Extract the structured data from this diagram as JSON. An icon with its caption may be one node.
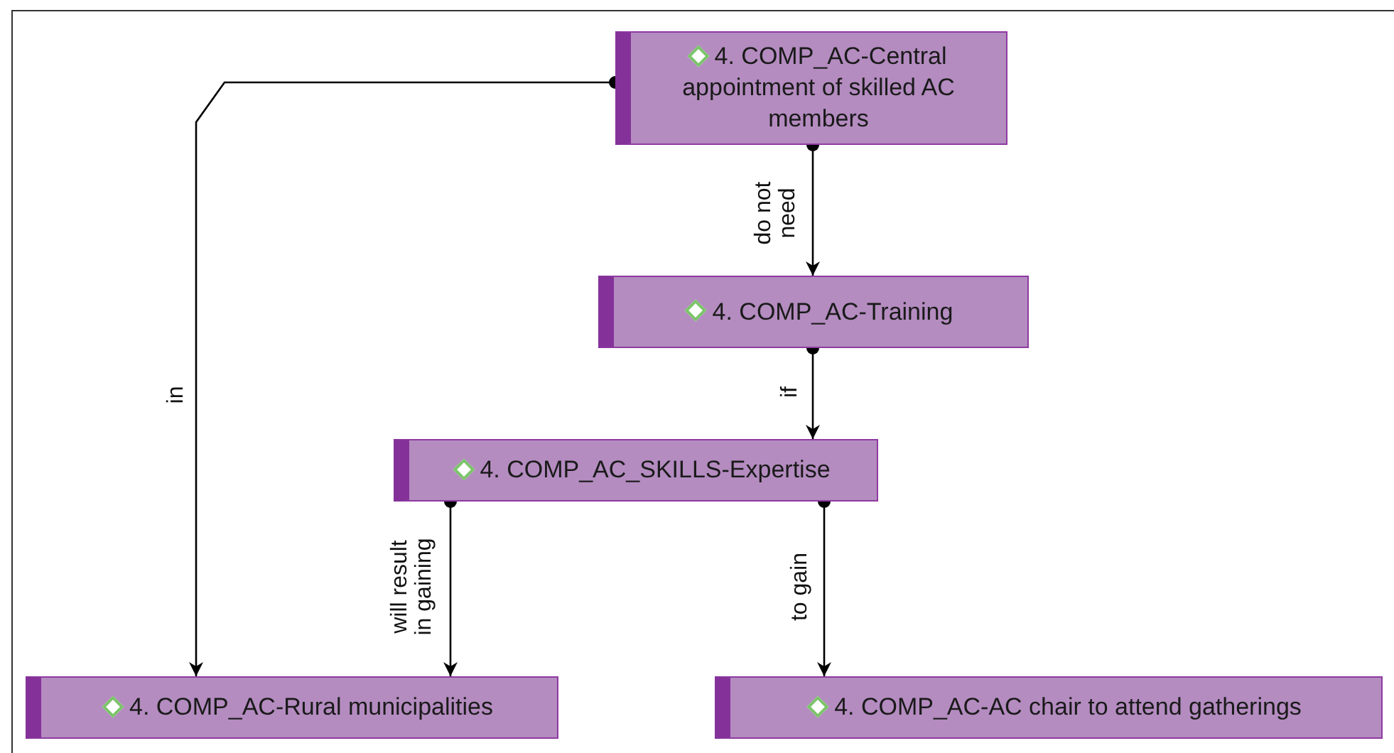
{
  "diagram": {
    "nodes": [
      {
        "text": [
          "4. COMP_AC-Central appointment of skilled AC members"
        ]
      },
      {
        "text": [
          "4. COMP_AC-Training"
        ]
      },
      {
        "text": [
          "4. COMP_AC_SKILLS-Expertise"
        ]
      },
      {
        "text": [
          "4. COMP_AC-Rural municipalities"
        ]
      },
      {
        "text": [
          "4. COMP_AC-AC chair to attend gatherings"
        ]
      }
    ],
    "edges": [
      {
        "from": 0,
        "to": 3,
        "arrow": "to",
        "label": "in"
      },
      {
        "from": 0,
        "to": 1,
        "arrow": "to",
        "label": "do not need"
      },
      {
        "from": 1,
        "to": 2,
        "arrow": "to",
        "label": "if"
      },
      {
        "from": 2,
        "to": 3,
        "arrow": "to",
        "label": "will result in gaining"
      },
      {
        "from": 2,
        "to": 4,
        "arrow": "to",
        "label": "to gain"
      }
    ]
  }
}
